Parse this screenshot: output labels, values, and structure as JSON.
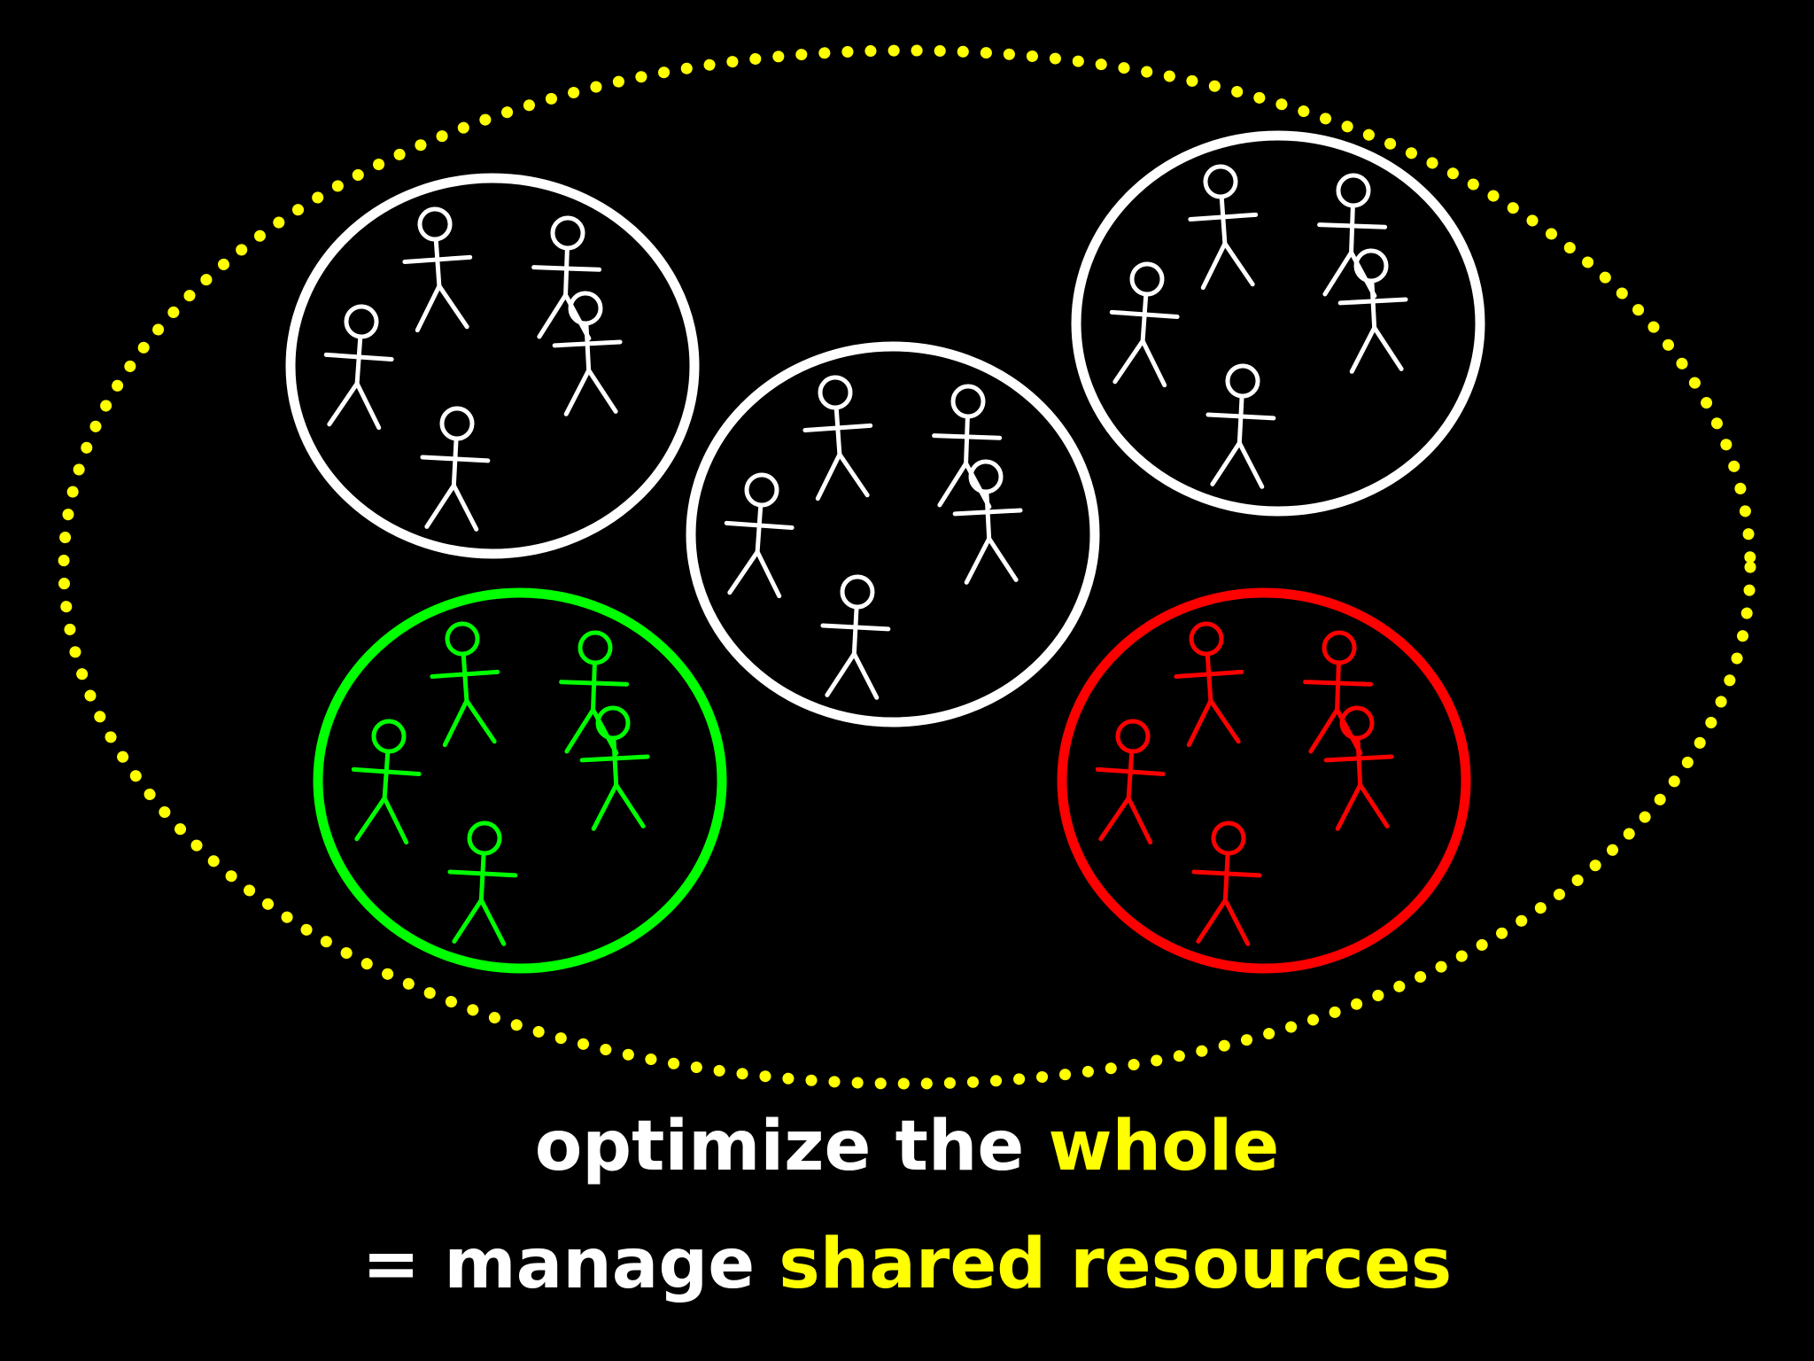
{
  "colors": {
    "background": "#000000",
    "boundary": "#ffff00",
    "neutral_team": "#ffffff",
    "good_team": "#00ff00",
    "bad_team": "#ff0000",
    "highlight_text": "#ffff00",
    "normal_text": "#ffffff"
  },
  "teams": [
    {
      "status": "neutral",
      "color": "#ffffff",
      "members": 5
    },
    {
      "status": "neutral",
      "color": "#ffffff",
      "members": 5
    },
    {
      "status": "neutral",
      "color": "#ffffff",
      "members": 5
    },
    {
      "status": "good",
      "color": "#00ff00",
      "members": 5
    },
    {
      "status": "bad",
      "color": "#ff0000",
      "members": 5
    }
  ],
  "caption": {
    "line1": {
      "plain": "optimize the ",
      "highlight": "whole"
    },
    "line2": {
      "plain": "= manage ",
      "highlight": "shared resources"
    }
  }
}
